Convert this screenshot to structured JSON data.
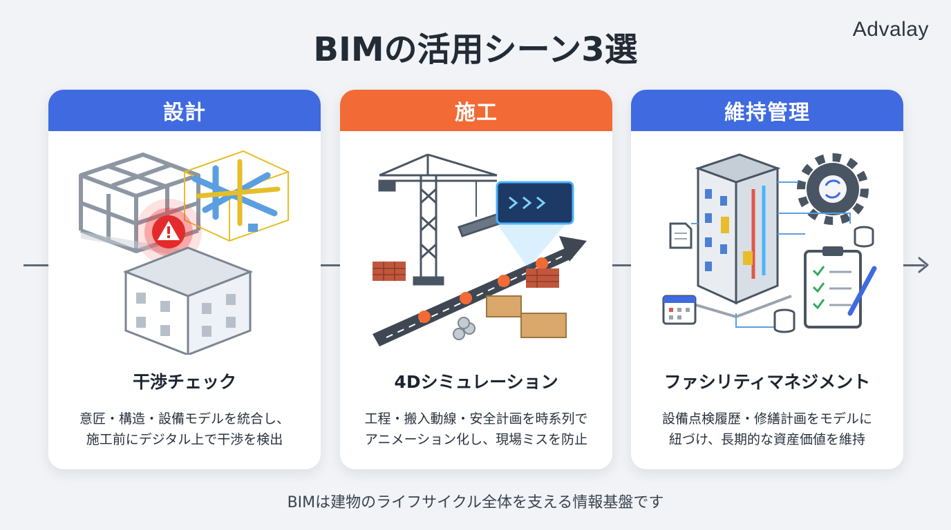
{
  "brand": "Advalay",
  "title": "BIMの活用シーン3選",
  "colors": {
    "blue": "#3f6ae0",
    "orange": "#f26a35",
    "line": "#5e6876",
    "background": "#f1f3f6"
  },
  "cards": [
    {
      "header": "設計",
      "header_color": "#3f6ae0",
      "illustration": "clash-detection-illustration",
      "subtitle": "干渉チェック",
      "desc_line1": "意匠・構造・設備モデルを統合し、",
      "desc_line2": "施工前にデジタル上で干渉を検出"
    },
    {
      "header": "施工",
      "header_color": "#f26a35",
      "illustration": "4d-simulation-illustration",
      "subtitle": "4Dシミュレーション",
      "desc_line1": "工程・搬入動線・安全計画を時系列で",
      "desc_line2": "アニメーション化し、現場ミスを防止"
    },
    {
      "header": "維持管理",
      "header_color": "#3f6ae0",
      "illustration": "facility-management-illustration",
      "subtitle": "ファシリティマネジメント",
      "desc_line1": "設備点検履歴・修繕計画をモデルに",
      "desc_line2": "紐づけ、長期的な資産価値を維持"
    }
  ],
  "footer": "BIMは建物のライフサイクル全体を支える情報基盤です"
}
